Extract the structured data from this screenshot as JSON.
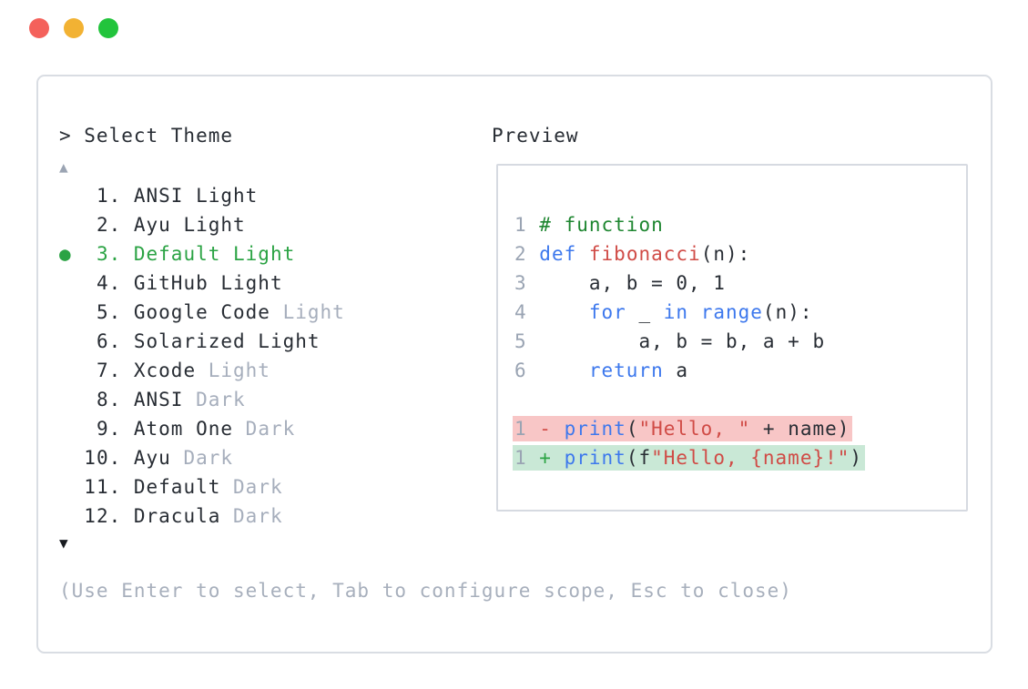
{
  "window": {
    "traffic_lights": [
      {
        "name": "close",
        "color": "#f4615b"
      },
      {
        "name": "minimize",
        "color": "#f2b233"
      },
      {
        "name": "zoom",
        "color": "#22c43c"
      }
    ]
  },
  "prompt": {
    "text": "> Select Theme"
  },
  "scroll_up_indicator": "▲",
  "scroll_down_indicator": "▼",
  "theme_list": {
    "selected_index": 3,
    "items": [
      {
        "number": "1",
        "selected": false,
        "segments": [
          {
            "text": "ANSI Light",
            "style": "normal"
          }
        ]
      },
      {
        "number": "2",
        "selected": false,
        "segments": [
          {
            "text": "Ayu Light",
            "style": "normal"
          }
        ]
      },
      {
        "number": "3",
        "selected": true,
        "segments": [
          {
            "text": "Default Light",
            "style": "normal"
          }
        ]
      },
      {
        "number": "4",
        "selected": false,
        "segments": [
          {
            "text": "GitHub Light",
            "style": "normal"
          }
        ]
      },
      {
        "number": "5",
        "selected": false,
        "segments": [
          {
            "text": "Google Code",
            "style": "normal"
          },
          {
            "text": " Light",
            "style": "muted"
          }
        ]
      },
      {
        "number": "6",
        "selected": false,
        "segments": [
          {
            "text": "Solarized Light",
            "style": "normal"
          }
        ]
      },
      {
        "number": "7",
        "selected": false,
        "segments": [
          {
            "text": "Xcode",
            "style": "normal"
          },
          {
            "text": " Light",
            "style": "muted"
          }
        ]
      },
      {
        "number": "8",
        "selected": false,
        "segments": [
          {
            "text": "ANSI",
            "style": "normal"
          },
          {
            "text": " Dark",
            "style": "muted"
          }
        ]
      },
      {
        "number": "9",
        "selected": false,
        "segments": [
          {
            "text": "Atom One",
            "style": "normal"
          },
          {
            "text": " Dark",
            "style": "muted"
          }
        ]
      },
      {
        "number": "10",
        "selected": false,
        "segments": [
          {
            "text": "Ayu",
            "style": "normal"
          },
          {
            "text": " Dark",
            "style": "muted"
          }
        ]
      },
      {
        "number": "11",
        "selected": false,
        "segments": [
          {
            "text": "Default",
            "style": "normal"
          },
          {
            "text": " Dark",
            "style": "muted"
          }
        ]
      },
      {
        "number": "12",
        "selected": false,
        "segments": [
          {
            "text": "Dracula",
            "style": "normal"
          },
          {
            "text": " Dark",
            "style": "muted"
          }
        ]
      }
    ]
  },
  "preview": {
    "label": "Preview",
    "code_lines": [
      {
        "number": "1",
        "diff": "none",
        "segments": [
          {
            "text": "# function",
            "style": "comment"
          }
        ]
      },
      {
        "number": "2",
        "diff": "none",
        "segments": [
          {
            "text": "def",
            "style": "keyword"
          },
          {
            "text": " ",
            "style": "plain"
          },
          {
            "text": "fibonacci",
            "style": "func"
          },
          {
            "text": "(n):",
            "style": "plain"
          }
        ]
      },
      {
        "number": "3",
        "diff": "none",
        "segments": [
          {
            "text": "    a, b = 0, 1",
            "style": "plain"
          }
        ]
      },
      {
        "number": "4",
        "diff": "none",
        "segments": [
          {
            "text": "    ",
            "style": "plain"
          },
          {
            "text": "for",
            "style": "keyword"
          },
          {
            "text": " _ ",
            "style": "plain"
          },
          {
            "text": "in",
            "style": "keyword"
          },
          {
            "text": " ",
            "style": "plain"
          },
          {
            "text": "range",
            "style": "keyword"
          },
          {
            "text": "(n):",
            "style": "plain"
          }
        ]
      },
      {
        "number": "5",
        "diff": "none",
        "segments": [
          {
            "text": "        a, b = b, a + b",
            "style": "plain"
          }
        ]
      },
      {
        "number": "6",
        "diff": "none",
        "segments": [
          {
            "text": "    ",
            "style": "plain"
          },
          {
            "text": "return",
            "style": "keyword"
          },
          {
            "text": " a",
            "style": "plain"
          }
        ]
      },
      {
        "number": "",
        "diff": "blank",
        "segments": []
      },
      {
        "number": "1",
        "diff": "removed",
        "segments": [
          {
            "text": "- ",
            "style": "minus"
          },
          {
            "text": "print",
            "style": "keyword"
          },
          {
            "text": "(",
            "style": "plain"
          },
          {
            "text": "\"Hello, \"",
            "style": "string"
          },
          {
            "text": " + name)",
            "style": "plain"
          }
        ]
      },
      {
        "number": "1",
        "diff": "added",
        "segments": [
          {
            "text": "+ ",
            "style": "plus"
          },
          {
            "text": "print",
            "style": "keyword"
          },
          {
            "text": "(f",
            "style": "plain"
          },
          {
            "text": "\"Hello, {name}!\"",
            "style": "string"
          },
          {
            "text": ")",
            "style": "plain"
          }
        ]
      }
    ]
  },
  "footer": {
    "hint": "(Use Enter to select, Tab to configure scope, Esc to close)"
  },
  "colors": {
    "text_dark": "#282d34",
    "text_muted": "#a6aebc",
    "selected_green": "#2ba344",
    "comment_green": "#1e8630",
    "keyword_blue": "#3d78ed",
    "string_red": "#d04b46",
    "diff_removed_bg": "#f8c6c6",
    "diff_added_bg": "#c9e8d6",
    "line_number_gray": "#9aa4b3",
    "panel_border": "#d9dde3"
  }
}
